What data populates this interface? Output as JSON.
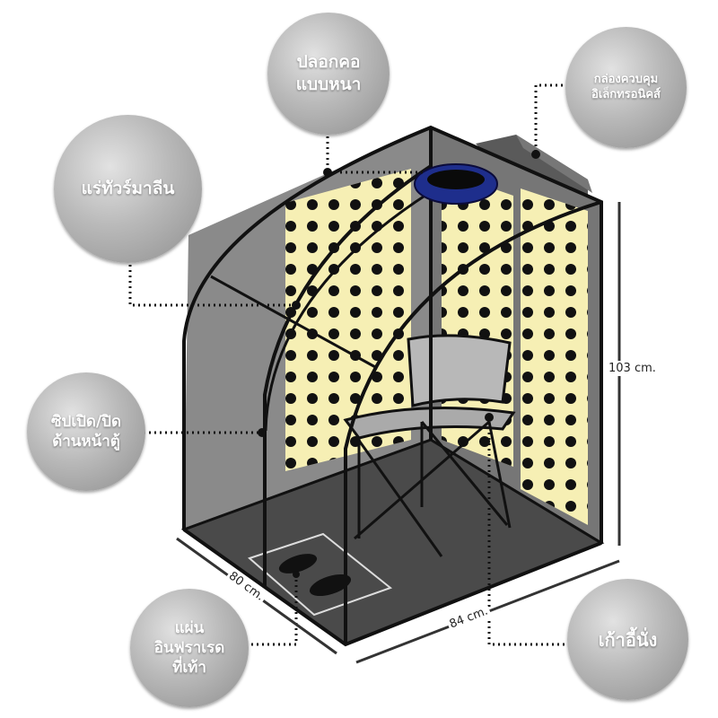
{
  "labels": {
    "neck_cover": [
      "ปลอกคอ",
      "แบบหนา"
    ],
    "control_box": [
      "กล่องควบคุม",
      "อิเล็กทรอนิคส์"
    ],
    "tourmaline": [
      "แร่ทัวร์มาลีน"
    ],
    "zipper": [
      "ซิปเปิด/ปิด",
      "ด้านหน้าตู้"
    ],
    "foot_pad": [
      "แผ่น",
      "อินฟราเรด",
      "ที่เท้า"
    ],
    "chair": [
      "เก้าอี้นั่ง"
    ]
  },
  "dimensions": {
    "height": "103 cm.",
    "depth": "80 cm.",
    "width": "84 cm."
  },
  "colors": {
    "panel": "#f6efb4",
    "frame": "#1a1a1a",
    "collar": "#1e2e8c",
    "callout": "#a9a9a9"
  }
}
